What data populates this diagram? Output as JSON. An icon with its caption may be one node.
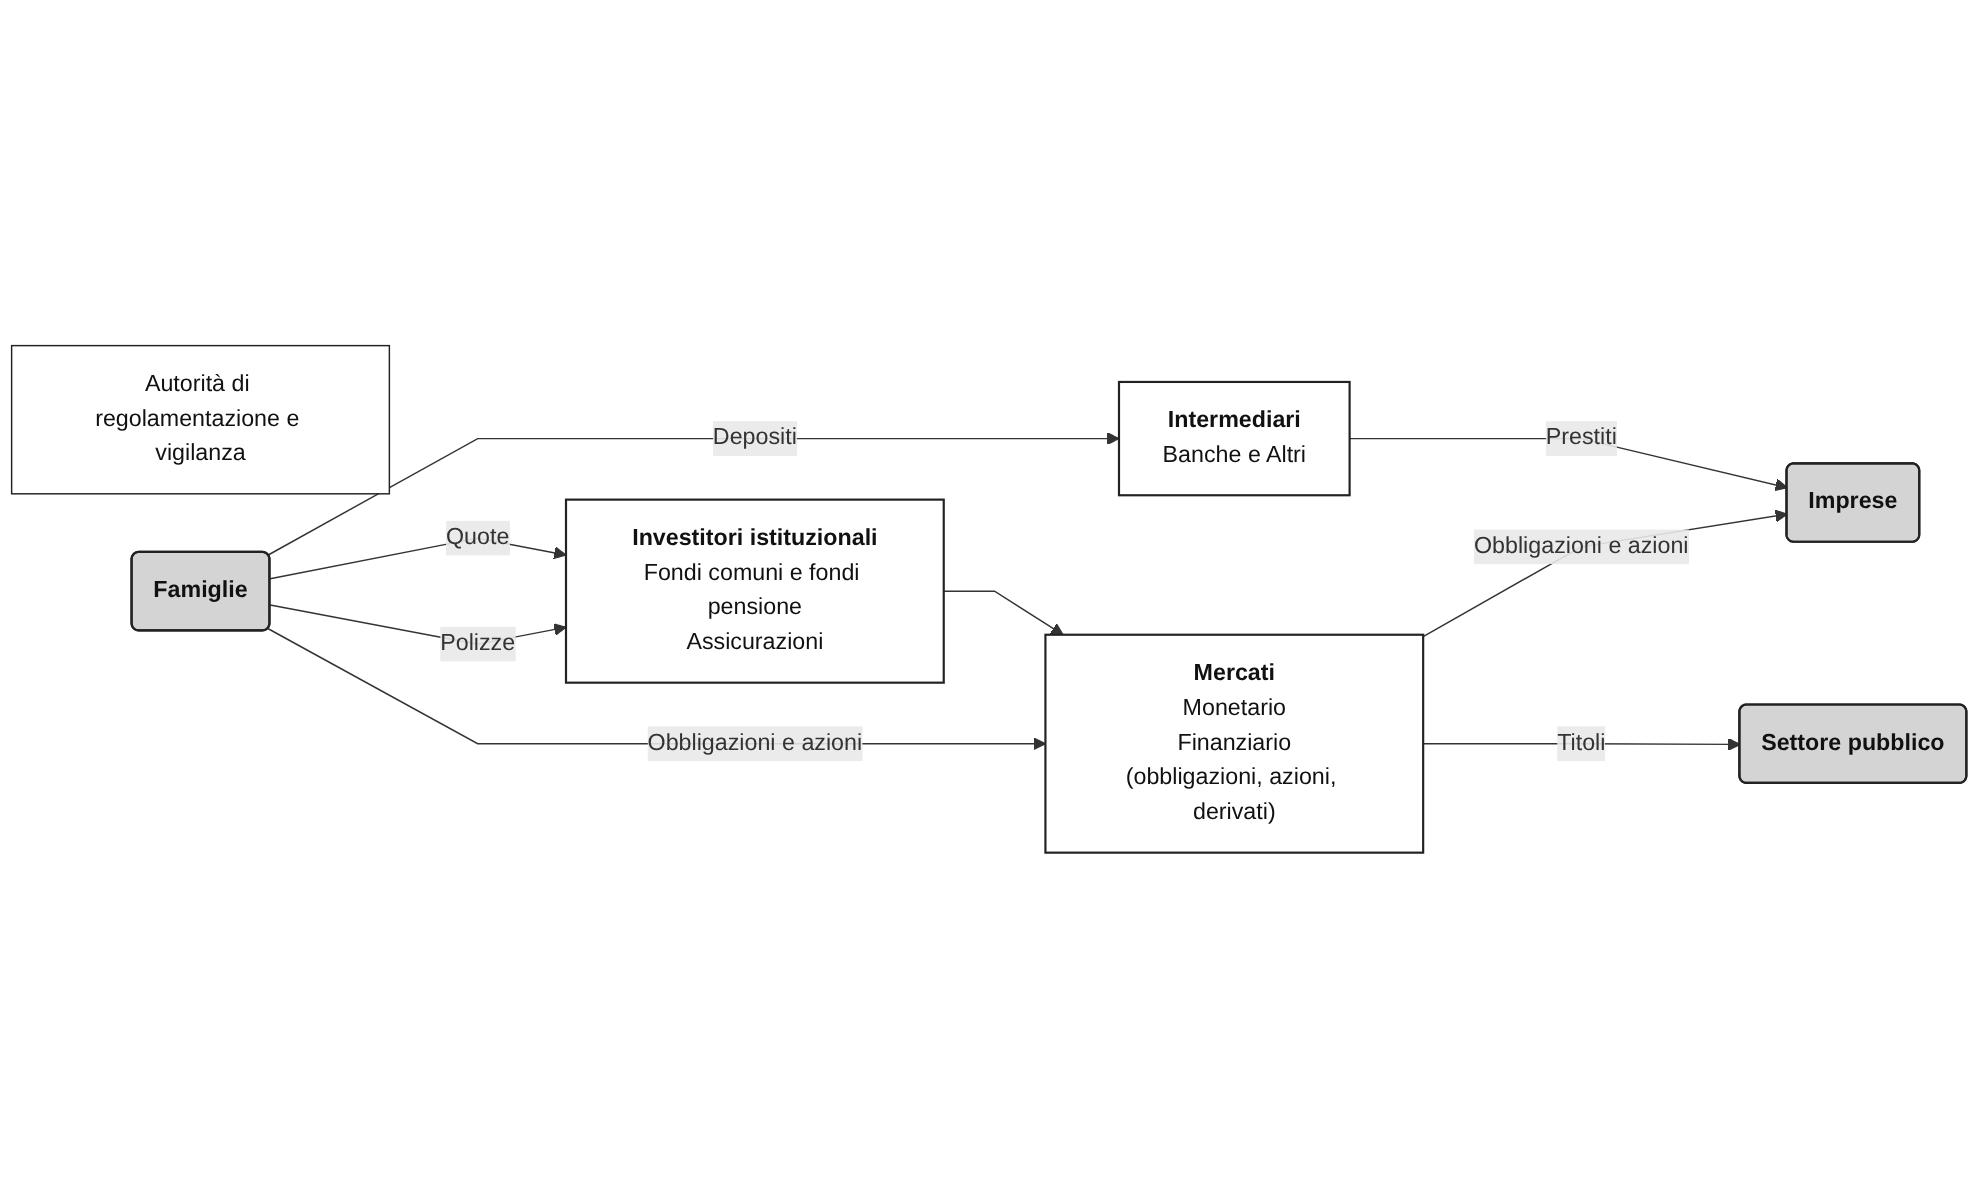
{
  "diagram": {
    "nodes": [
      {
        "text": [
          "Autorità di regolamentazione e vigilanza"
        ]
      },
      {
        "text": [
          "Intermediari",
          "Banche e Altri"
        ]
      },
      {
        "text": [
          "Imprese"
        ]
      },
      {
        "text": [
          "Famiglie"
        ]
      },
      {
        "text": [
          "Investitori istituzionali",
          "Fondi comuni e fondi pensione",
          "Assicurazioni"
        ]
      },
      {
        "text": [
          "Mercati",
          "Monetario",
          "Finanziario",
          "(obbligazioni, azioni, derivati)"
        ]
      },
      {
        "text": [
          "Settore pubblico"
        ]
      }
    ],
    "edges": [
      {
        "from": 3,
        "to": 1,
        "arrow": "to",
        "label": "Depositi"
      },
      {
        "from": 1,
        "to": 2,
        "arrow": "to",
        "label": "Prestiti"
      },
      {
        "from": 3,
        "to": 4,
        "arrow": "to",
        "label": "Quote"
      },
      {
        "from": 3,
        "to": 4,
        "arrow": "to",
        "label": "Polizze"
      },
      {
        "from": 4,
        "to": 5,
        "arrow": "to"
      },
      {
        "from": 3,
        "to": 5,
        "arrow": "to",
        "label": "Obbligazioni e azioni"
      },
      {
        "from": 5,
        "to": 2,
        "arrow": "to",
        "label": "Obbligazioni e azioni"
      },
      {
        "from": 5,
        "to": 6,
        "arrow": "to",
        "label": "Titoli"
      }
    ]
  }
}
